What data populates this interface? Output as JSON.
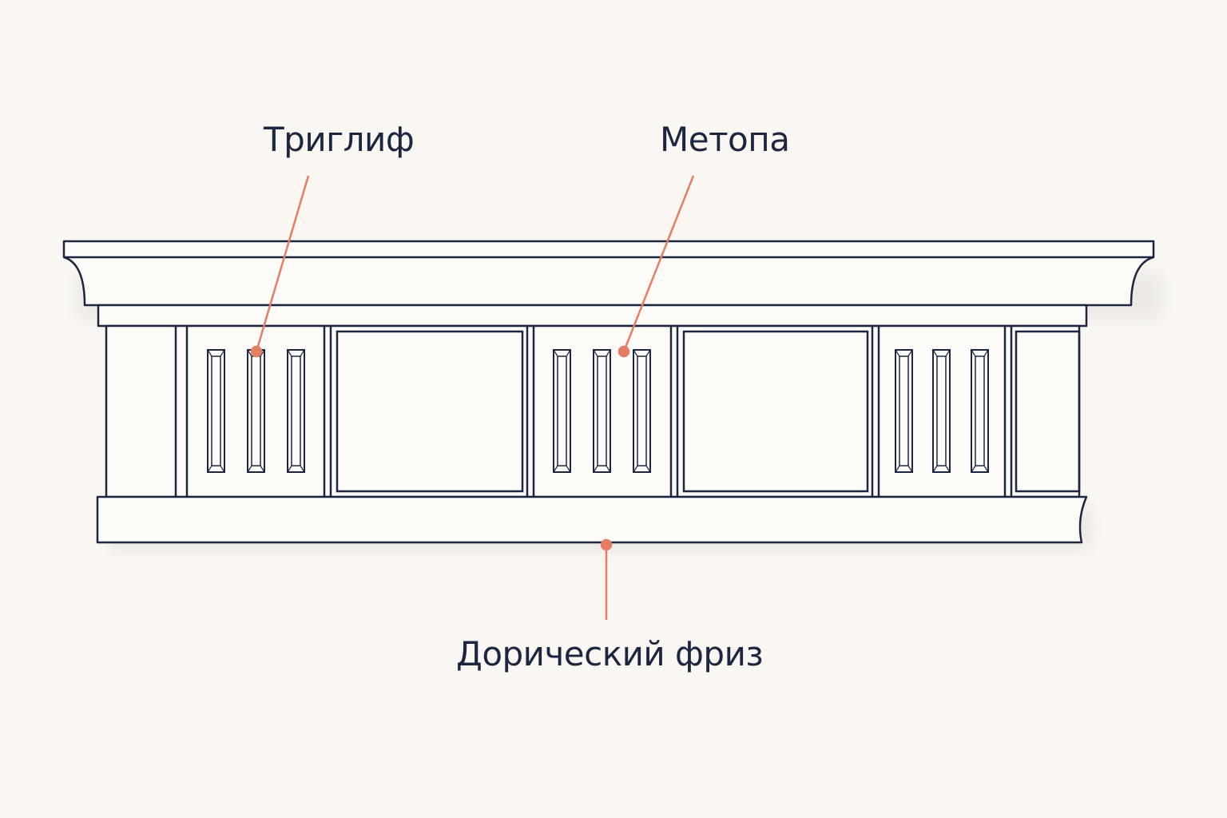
{
  "labels": {
    "triglyph": "Триглиф",
    "metope": "Метопа",
    "frieze": "Дорический фриз"
  },
  "colors": {
    "background": "#faf7f3",
    "outline": "#1b2742",
    "leader": "#e57d62",
    "text": "#1b2742"
  }
}
